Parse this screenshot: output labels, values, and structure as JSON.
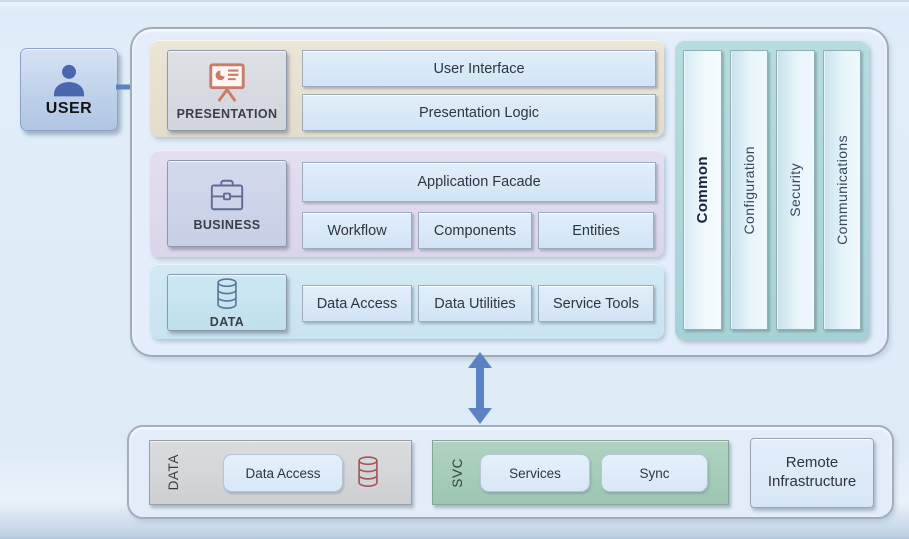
{
  "user_box": {
    "label": "USER"
  },
  "layers": {
    "presentation": {
      "label": "PRESENTATION",
      "bars": [
        "User Interface",
        "Presentation Logic"
      ]
    },
    "business": {
      "label": "BUSINESS",
      "facade": "Application Facade",
      "boxes": [
        "Workflow",
        "Components",
        "Entities"
      ]
    },
    "data": {
      "label": "DATA",
      "boxes": [
        "Data Access",
        "Data Utilities",
        "Service Tools"
      ]
    }
  },
  "crosscutting": {
    "bars": [
      "Common",
      "Configuration",
      "Security",
      "Communications"
    ]
  },
  "bottom": {
    "data_panel": {
      "label": "DATA",
      "box": "Data Access"
    },
    "svc_panel": {
      "label": "SVC",
      "boxes": [
        "Services",
        "Sync"
      ]
    },
    "remote_box": {
      "label": "Remote Infrastructure"
    }
  },
  "icons": {
    "user": "user-icon",
    "presentation": "presentation-board-icon",
    "business": "briefcase-icon",
    "data": "database-icon",
    "bottom_data": "database-icon-red",
    "user_to_app": "arrow-right-icon",
    "app_to_infra": "arrow-vertical-double-icon"
  },
  "colors": {
    "background": "#ddebf7",
    "presentation_panel": "#e8e0d0",
    "business_panel": "#dfdaeb",
    "data_panel": "#cde7f2",
    "crosscut_panel": "#aed7db",
    "bottom_data_panel": "#d3d5d8",
    "bottom_svc_panel": "#a6ccb9",
    "bar_fill": "#d9e8f7",
    "arrow": "#5b82c2",
    "user_icon": "#4a67ae",
    "presentation_icon": "#cc7a6a",
    "business_icon": "#5f6b94",
    "data_icon": "#57779b",
    "bottom_db_icon": "#a35757"
  }
}
